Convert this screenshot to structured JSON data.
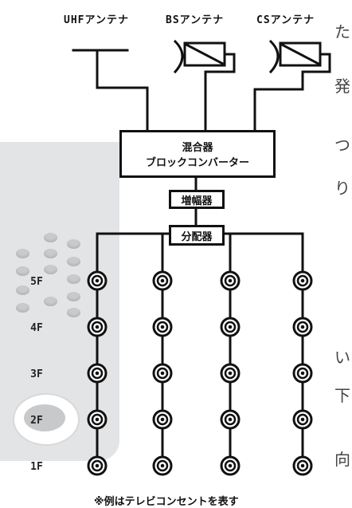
{
  "side_text": [
    "た",
    "発",
    "つ",
    "り",
    "い",
    "下",
    "向"
  ],
  "antennas": {
    "uhf": "UHFアンテナ",
    "bs": "BSアンテナ",
    "cs": "CSアンテナ"
  },
  "mixer": {
    "line1": "混合器",
    "line2": "ブロックコンバーター"
  },
  "amplifier": "増幅器",
  "distributor": "分配器",
  "floors": [
    "5F",
    "4F",
    "3F",
    "2F",
    "1F"
  ],
  "caption": "※例はテレビコンセントを表す"
}
